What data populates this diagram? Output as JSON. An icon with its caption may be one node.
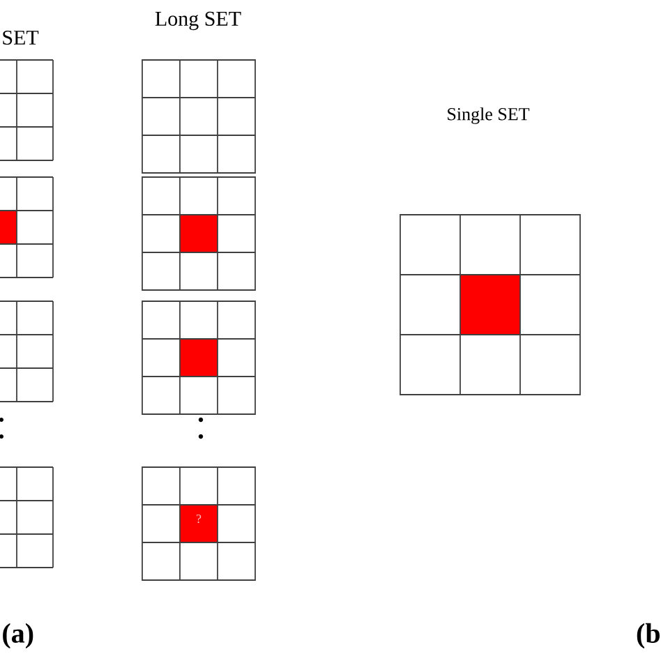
{
  "diagram": {
    "labels": [
      "SET",
      "Long SET",
      "Single SET",
      "?",
      "(a)",
      "(b"
    ]
  }
}
